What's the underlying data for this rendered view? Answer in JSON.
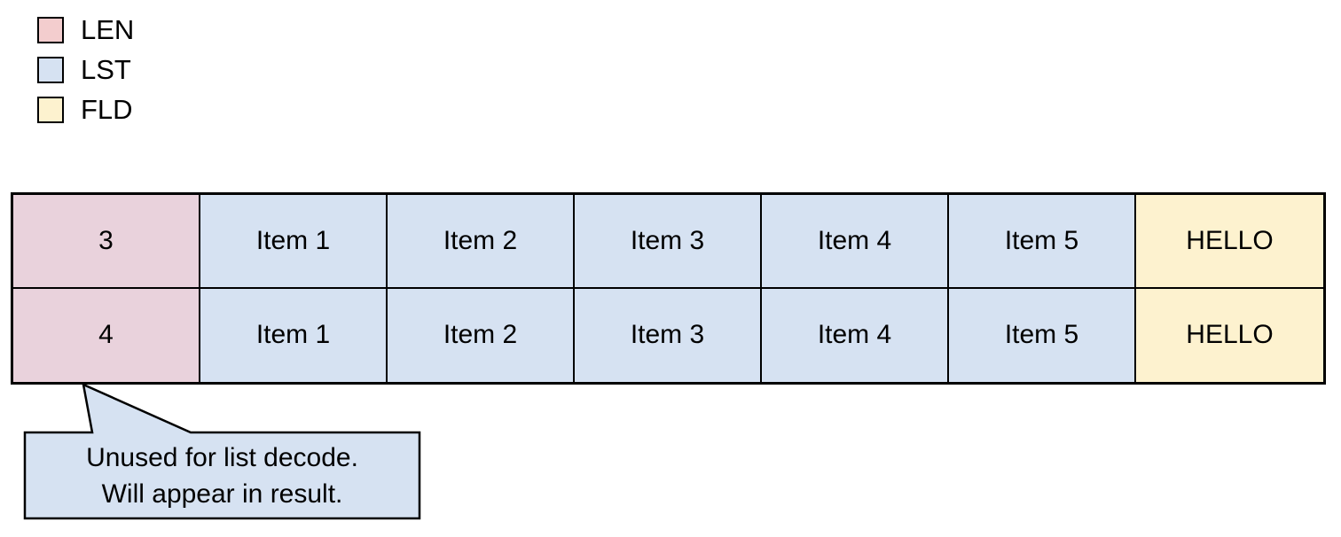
{
  "legend": {
    "items": [
      {
        "label": "LEN",
        "color": "#f3cdce"
      },
      {
        "label": "LST",
        "color": "#d6e2f2"
      },
      {
        "label": "FLD",
        "color": "#fdf2cf"
      }
    ]
  },
  "table": {
    "rows": [
      {
        "cells": [
          {
            "text": "3",
            "type": "len"
          },
          {
            "text": "Item 1",
            "type": "lst"
          },
          {
            "text": "Item 2",
            "type": "lst"
          },
          {
            "text": "Item 3",
            "type": "lst"
          },
          {
            "text": "Item 4",
            "type": "lst"
          },
          {
            "text": "Item 5",
            "type": "lst"
          },
          {
            "text": "HELLO",
            "type": "fld"
          }
        ]
      },
      {
        "cells": [
          {
            "text": "4",
            "type": "len"
          },
          {
            "text": "Item 1",
            "type": "lst"
          },
          {
            "text": "Item 2",
            "type": "lst"
          },
          {
            "text": "Item 3",
            "type": "lst"
          },
          {
            "text": "Item 4",
            "type": "lst"
          },
          {
            "text": "Item 5",
            "type": "lst"
          },
          {
            "text": "HELLO",
            "type": "fld"
          }
        ]
      }
    ]
  },
  "callout": {
    "lines": [
      "Unused for list decode.",
      "Will appear in result."
    ]
  },
  "colors": {
    "len-legend": "#f3cdce",
    "len-cell": "#e9d2dc",
    "lst": "#d6e2f2",
    "fld": "#fdf2cf",
    "callout-fill": "#d6e2f2",
    "border": "#000000"
  }
}
